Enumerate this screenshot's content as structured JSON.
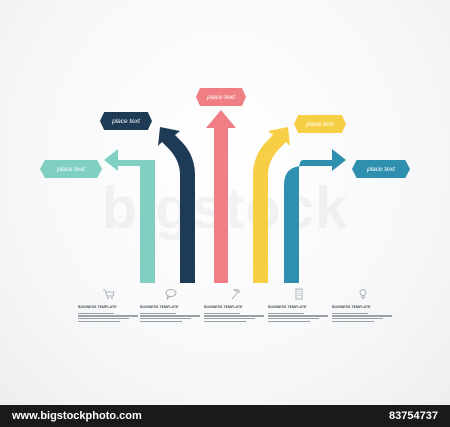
{
  "diagram": {
    "labels": [
      {
        "text": "place text",
        "color": "#7fcfc3"
      },
      {
        "text": "place text",
        "color": "#1f3a55"
      },
      {
        "text": "place text",
        "color": "#ef7f85"
      },
      {
        "text": "place text",
        "color": "#f7cf46"
      },
      {
        "text": "place text",
        "color": "#2f8fae"
      }
    ],
    "arrow_colors": [
      "#7fcfc3",
      "#1f3a55",
      "#ef7f85",
      "#f7cf46",
      "#2f8fae"
    ]
  },
  "columns": [
    {
      "icon": "cart-icon",
      "title": "BUSINESS TEMPLATE"
    },
    {
      "icon": "chat-icon",
      "title": "BUSINESS TEMPLATE"
    },
    {
      "icon": "wrench-icon",
      "title": "BUSINESS TEMPLATE"
    },
    {
      "icon": "list-icon",
      "title": "BUSINESS TEMPLATE"
    },
    {
      "icon": "bulb-icon",
      "title": "BUSINESS TEMPLATE"
    }
  ],
  "watermark": "bigstock",
  "footer": {
    "site": "www.bigstockphoto.com",
    "image_id": "83754737"
  }
}
